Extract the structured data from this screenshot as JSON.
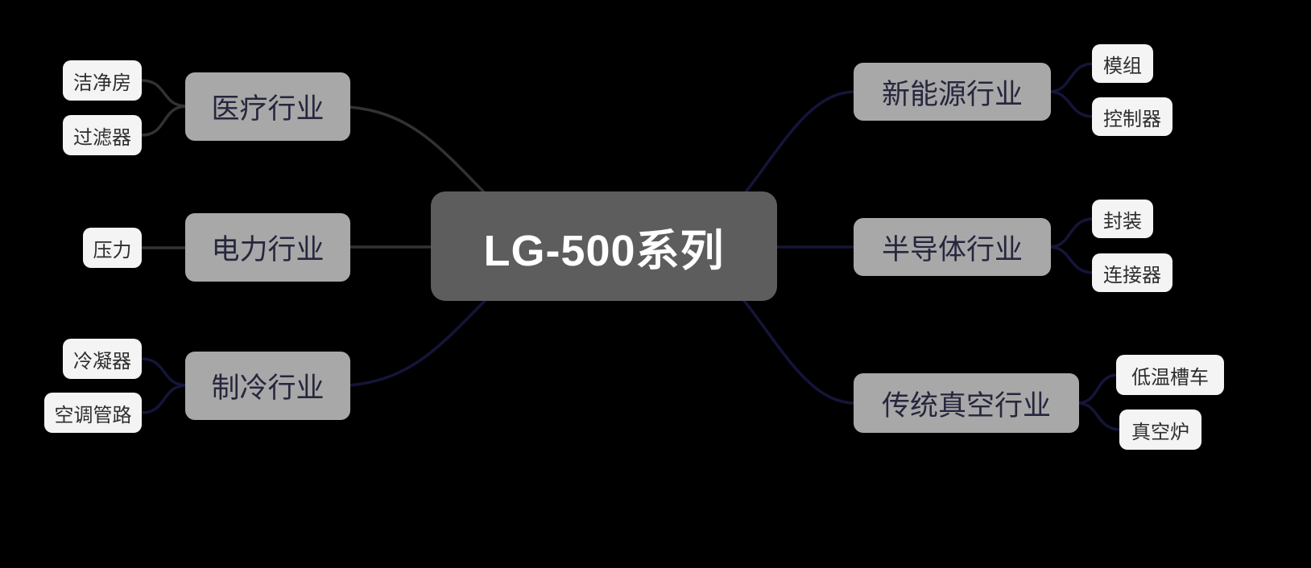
{
  "diagram": {
    "type": "mindmap",
    "root": {
      "label": "LG-500系列"
    },
    "branches": [
      {
        "id": "medical",
        "label": "医疗行业",
        "side": "left",
        "children": [
          {
            "label": "洁净房"
          },
          {
            "label": "过滤器"
          }
        ]
      },
      {
        "id": "power",
        "label": "电力行业",
        "side": "left",
        "children": [
          {
            "label": "压力"
          }
        ]
      },
      {
        "id": "refrigeration",
        "label": "制冷行业",
        "side": "left",
        "children": [
          {
            "label": "冷凝器"
          },
          {
            "label": "空调管路"
          }
        ]
      },
      {
        "id": "new-energy",
        "label": "新能源行业",
        "side": "right",
        "children": [
          {
            "label": "模组"
          },
          {
            "label": "控制器"
          }
        ]
      },
      {
        "id": "semiconductor",
        "label": "半导体行业",
        "side": "right",
        "children": [
          {
            "label": "封装"
          },
          {
            "label": "连接器"
          }
        ]
      },
      {
        "id": "vacuum",
        "label": "传统真空行业",
        "side": "right",
        "children": [
          {
            "label": "低温槽车"
          },
          {
            "label": "真空炉"
          }
        ]
      }
    ],
    "colors": {
      "background": "#000000",
      "root_fill": "#5d5d5d",
      "root_text": "#ffffff",
      "branch_fill": "#a8a8a8",
      "branch_text": "#26263e",
      "leaf_fill": "#f4f4f4",
      "leaf_text": "#2e2e2e",
      "left_line": "#323232",
      "right_line": "#15153a"
    }
  }
}
